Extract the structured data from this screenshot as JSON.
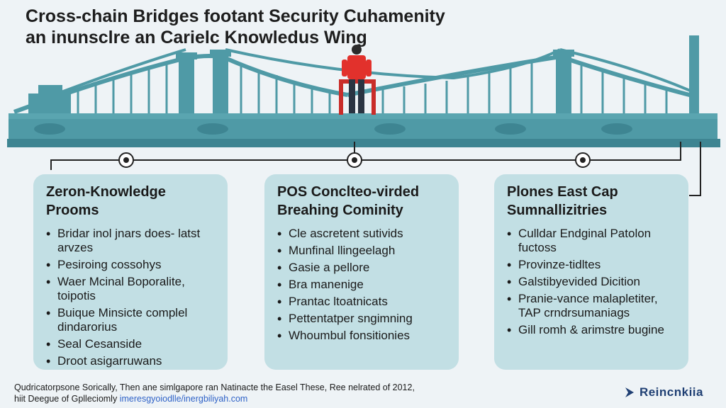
{
  "title": {
    "line1": "Cross-chain Bridges footant Security Cuhamenity",
    "line2": "an inunsclre an Carielc Knowledus Wing"
  },
  "cards": [
    {
      "heading": "Zeron-Knowledge Prooms",
      "items": [
        "Bridar inol jnars does- latst arvzes",
        "Pesiroing cossohys",
        "Waer Mcinal Boporalite, toipotis",
        "Buique Minsicte complel dindarorius",
        "Seal Cesanside",
        "Droot asigarruwans"
      ]
    },
    {
      "heading": "POS Conclteo-virded Breahing Cominity",
      "items": [
        "Cle ascretent sutivids",
        "Munfinal llingeelagh",
        "Gasie a pellore",
        "Bra manenige",
        "Prantac ltoatnicats",
        "Pettentatper sngimning",
        "Whoumbul fonsitionies"
      ]
    },
    {
      "heading": "Plones East Cap Sumnallizitries",
      "items": [
        "Culldar Endginal Patolon fuctoss",
        "Provinze-tidltes",
        "Galstibyevided Dicition",
        "Pranie-vance malapletiter, TAP crndrsumaniags",
        "Gill romh & arimstre bugine"
      ]
    }
  ],
  "footer": {
    "line1": "Qudricatorpsone Sorically, Then ane simlgapore ran Natinacte the Easel These, Ree nelrated of 2012,",
    "line2_prefix": "hiit Deegue of Gplleciomly",
    "line2_link": "imeresgyoiodlle/inergbiliyah.com"
  },
  "brand": {
    "name": "Reincnkiia",
    "color": "#1f3f73"
  },
  "colors": {
    "bridge": "#4f9aa6",
    "bridge_dark": "#3e8592",
    "card_bg": "#c2dfe4",
    "person_shirt": "#e2312c",
    "barrier": "#c92d2a"
  }
}
